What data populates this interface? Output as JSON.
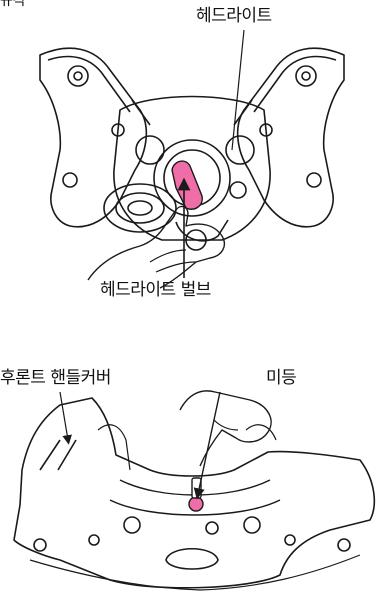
{
  "labels": {
    "top_cut": "규격",
    "headlight": "헤드라이트",
    "headlight_bulb": "헤드라이트 벌브",
    "front_handle_cover": "후론트 핸들커버",
    "tail_light": "미등"
  },
  "colors": {
    "highlight": "#f06ea8",
    "line": "#1a1a1a"
  }
}
